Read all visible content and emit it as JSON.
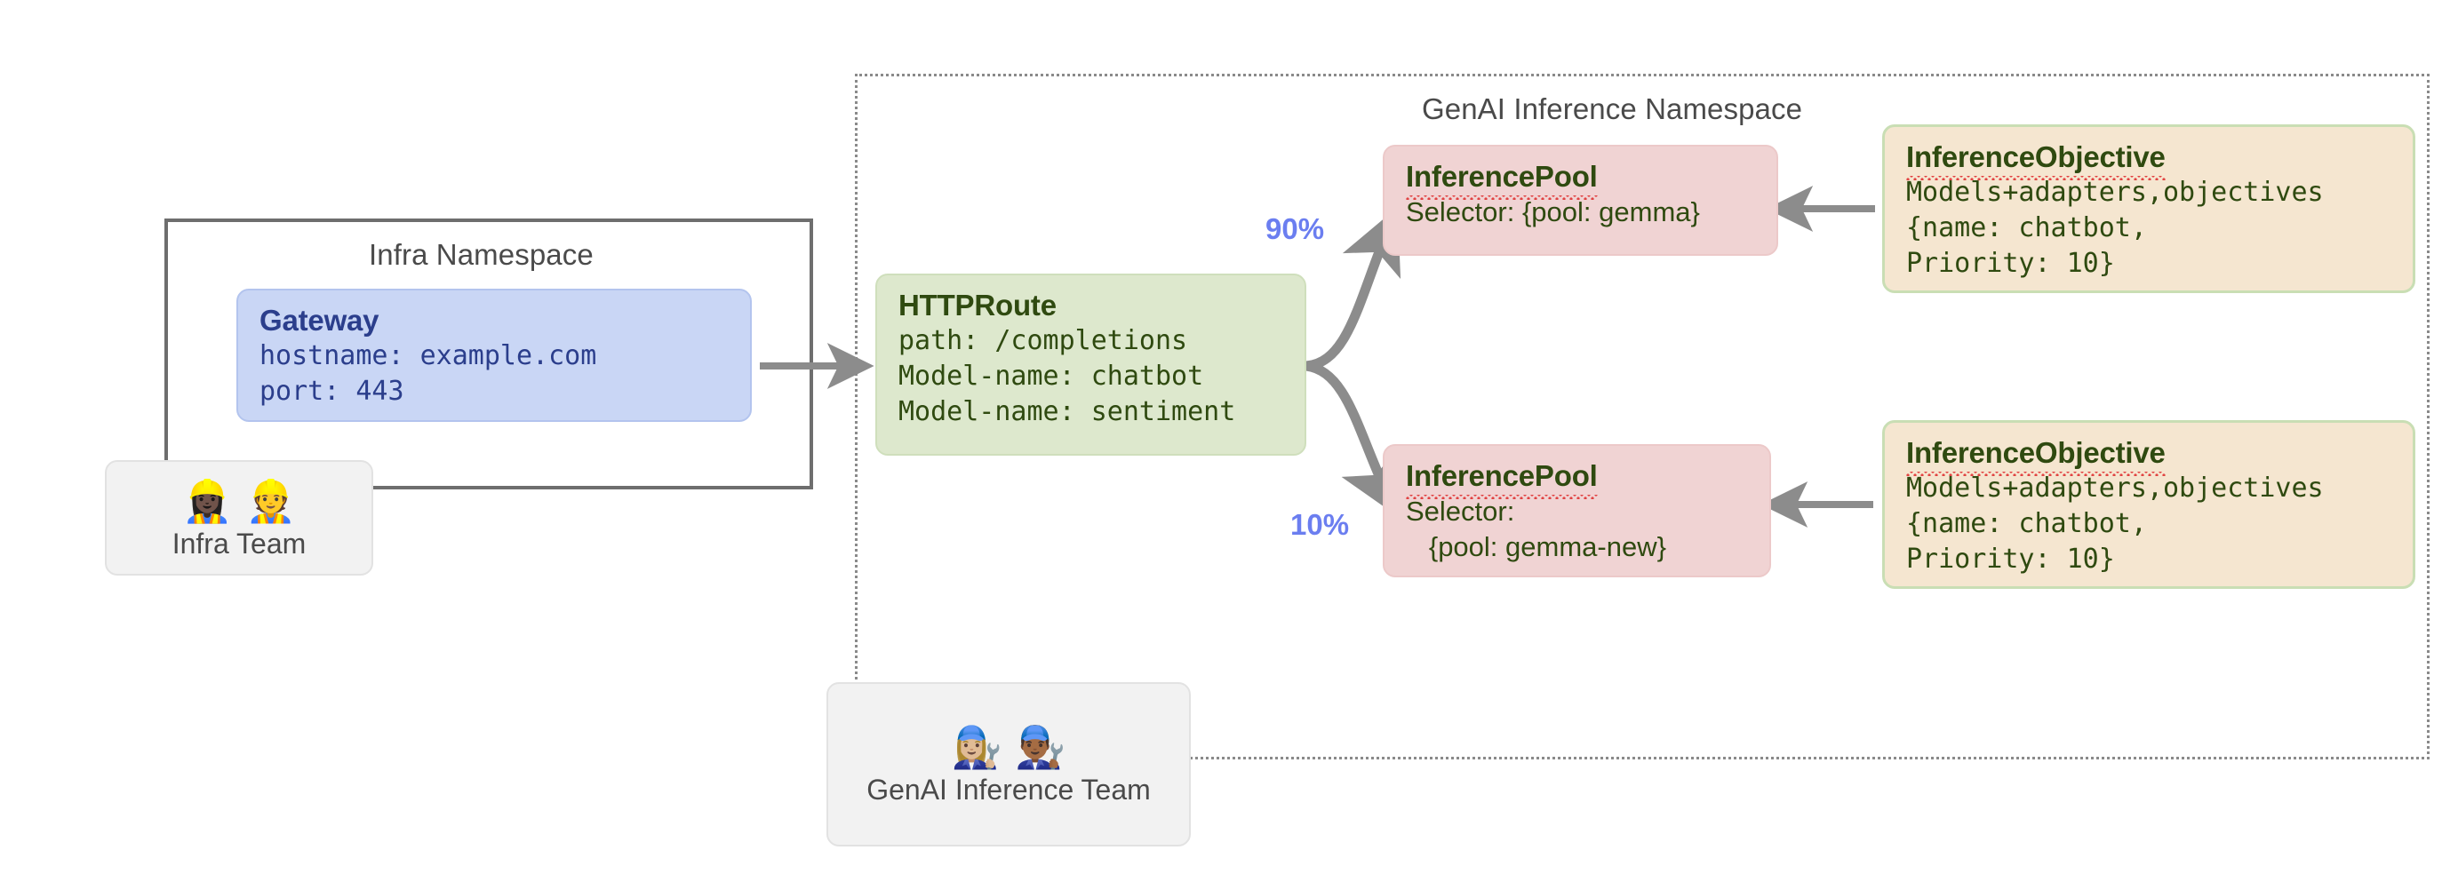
{
  "diagram": {
    "title_hidden": "",
    "namespaces": [
      {
        "id": "genai",
        "label": "GenAI Inference Namespace",
        "border_style": "dotted"
      },
      {
        "id": "infra",
        "label": "Infra Namespace",
        "border_style": "solid"
      }
    ],
    "colors": {
      "gateway_fill": "#c9d6f5",
      "gateway_text": "#2b3e8c",
      "httproute_fill": "#dde8cd",
      "pool_fill": "#f0d3d3",
      "objective_fill": "#f5e6d0",
      "objective_border": "#c9deb4",
      "resource_text": "#2f4a10",
      "team_fill": "#f2f2f2",
      "percent_text": "#6b7ef0",
      "arrow": "#8c8c8c",
      "namespace_border": "#8a8a8a"
    }
  },
  "gateway": {
    "title": "Gateway",
    "line1": "hostname: example.com",
    "line2": "port: 443"
  },
  "httproute": {
    "title": "HTTPRoute",
    "line1": "path: /completions",
    "line2": "Model-name: chatbot",
    "line3": "Model-name: sentiment"
  },
  "pools": [
    {
      "title": "InferencePool",
      "line1": "Selector: {pool: gemma}",
      "line2": "",
      "weight": "90%"
    },
    {
      "title": "InferencePool",
      "line1": "Selector:",
      "line2": "   {pool: gemma-new}",
      "weight": "10%"
    }
  ],
  "objectives": [
    {
      "title": "InferenceObjective",
      "line1": "Models+adapters,objectives",
      "line2": "{name: chatbot,",
      "line3": "Priority: 10}"
    },
    {
      "title": "InferenceObjective",
      "line1": "Models+adapters,objectives",
      "line2": "{name: chatbot,",
      "line3": "Priority: 10}"
    }
  ],
  "teams": [
    {
      "id": "infra-team",
      "name": "Infra Team",
      "faces": "👷🏿‍♀️👷",
      "face_icons": [
        "construction-worker-icon",
        "construction-worker-icon"
      ]
    },
    {
      "id": "genai-team",
      "name": "GenAI Inference Team",
      "faces": "👩🏼‍🔧👨🏾‍🔧",
      "face_icons": [
        "mechanic-icon",
        "mechanic-icon"
      ]
    }
  ]
}
